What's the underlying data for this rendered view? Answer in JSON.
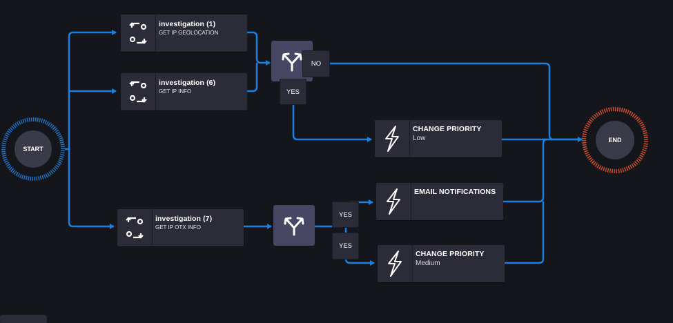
{
  "nodes": {
    "inv1": {
      "title": "investigation (1)",
      "subtitle": "GET IP GEOLOCATION"
    },
    "inv6": {
      "title": "investigation (6)",
      "subtitle": "GET IP INFO"
    },
    "inv7": {
      "title": "investigation (7)",
      "subtitle": "GET IP OTX INFO"
    },
    "change_low": {
      "title": "CHANGE PRIORITY",
      "subtitle": "Low"
    },
    "email": {
      "title": "EMAIL NOTIFICATIONS",
      "subtitle": ""
    },
    "change_medium": {
      "title": "CHANGE PRIORITY",
      "subtitle": "Medium"
    }
  },
  "terminals": {
    "start": "START",
    "end": "END"
  },
  "tags": {
    "no": "NO",
    "yes_top": "YES",
    "yes_email": "YES",
    "yes_medium": "YES"
  },
  "icons": {
    "investigation": "investigation-gear-arrows-icon",
    "action": "lightning-bolt-icon",
    "decision": "branch-split-icon"
  },
  "colors": {
    "background": "#15161b",
    "node": "#2c2c38",
    "decision": "#474764",
    "edge": "#1b7fe0",
    "start_ring": "#1f6fbf",
    "end_ring": "#c84a2d"
  }
}
